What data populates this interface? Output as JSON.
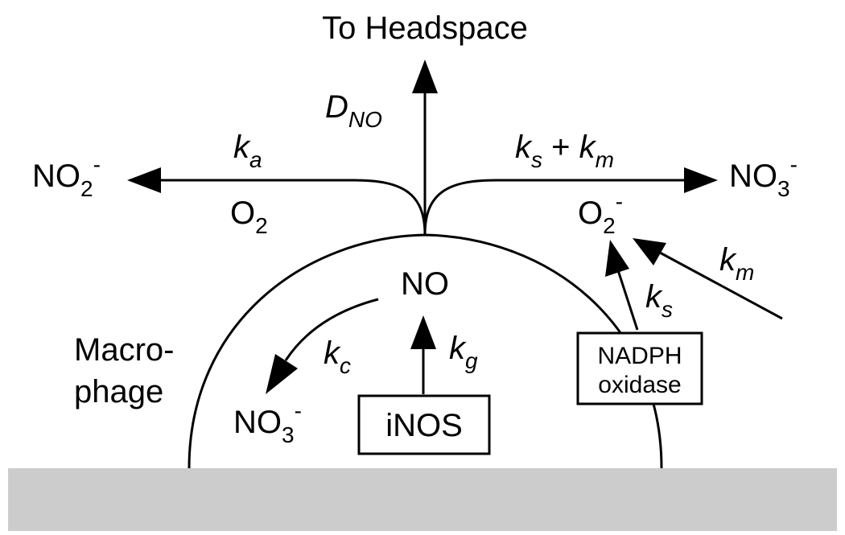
{
  "title": "To Headspace",
  "species": {
    "no": "NO",
    "o2": "O",
    "o2_sub": "2",
    "superoxide": "O",
    "superoxide_sub": "2",
    "superoxide_sup": "-",
    "nitrite_left": "NO",
    "nitrite_left_sub": "2",
    "nitrite_left_sup": "-",
    "nitrate_right": "NO",
    "nitrate_right_sub": "3",
    "nitrate_right_sup": "-",
    "nitrate_inner": "NO",
    "nitrate_inner_sub": "3",
    "nitrate_inner_sup": "-"
  },
  "rates": {
    "d": "D",
    "d_sub": "NO",
    "k": "k",
    "ka_sub": "a",
    "ks_sub": "s",
    "plus": " + ",
    "km_sub": "m",
    "kc_sub": "c",
    "kg_sub": "g"
  },
  "cell": {
    "label_line1": "Macro-",
    "label_line2": "phage"
  },
  "enzymes": {
    "inos": "iNOS",
    "nadph_line1": "NADPH",
    "nadph_line2": "oxidase"
  },
  "colors": {
    "ink": "#000000",
    "substrate": "#cccccc"
  }
}
